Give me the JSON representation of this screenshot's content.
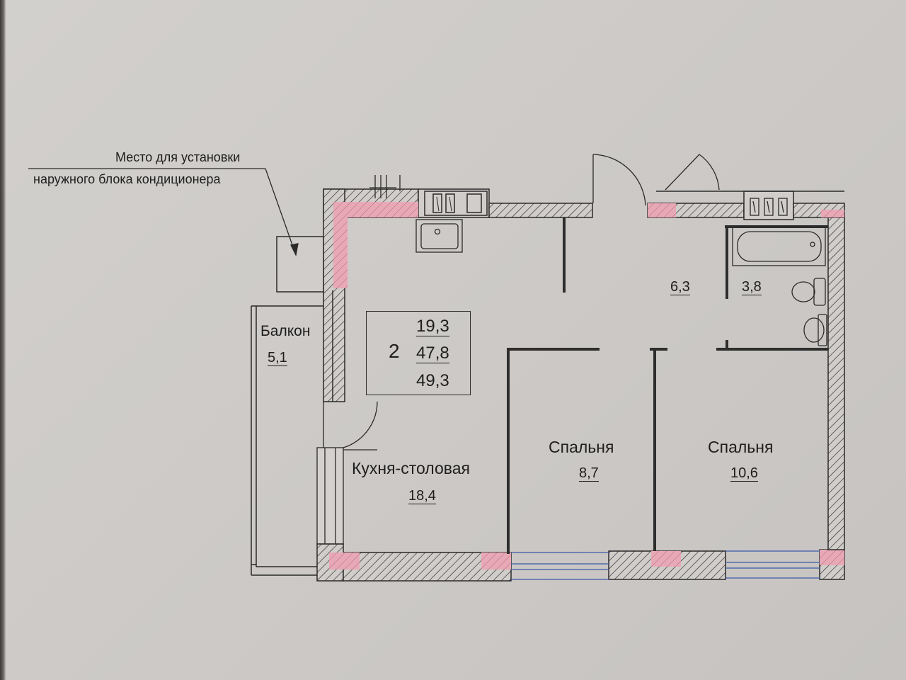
{
  "annotation": {
    "line1": "Место для установки",
    "line2": "наружного блока кондиционера"
  },
  "summary": {
    "rooms": "2",
    "living_area": "19,3",
    "total_area": "47,8",
    "total_area_with_balcony": "49,3"
  },
  "rooms": {
    "balcony": {
      "name": "Балкон",
      "area": "5,1"
    },
    "kitchen": {
      "name": "Кухня-столовая",
      "area": "18,4"
    },
    "bedroom1": {
      "name": "Спальня",
      "area": "8,7"
    },
    "bedroom2": {
      "name": "Спальня",
      "area": "10,6"
    },
    "hall": {
      "area": "6,3"
    },
    "bathroom": {
      "area": "3,8"
    }
  },
  "colors": {
    "wall_hatch": "#2a2a2a",
    "wall_fill": "#d0cdca",
    "partition": "#2e2e2e",
    "pink_zone": "#e8a9b6",
    "window_line": "#3a5aa8"
  }
}
